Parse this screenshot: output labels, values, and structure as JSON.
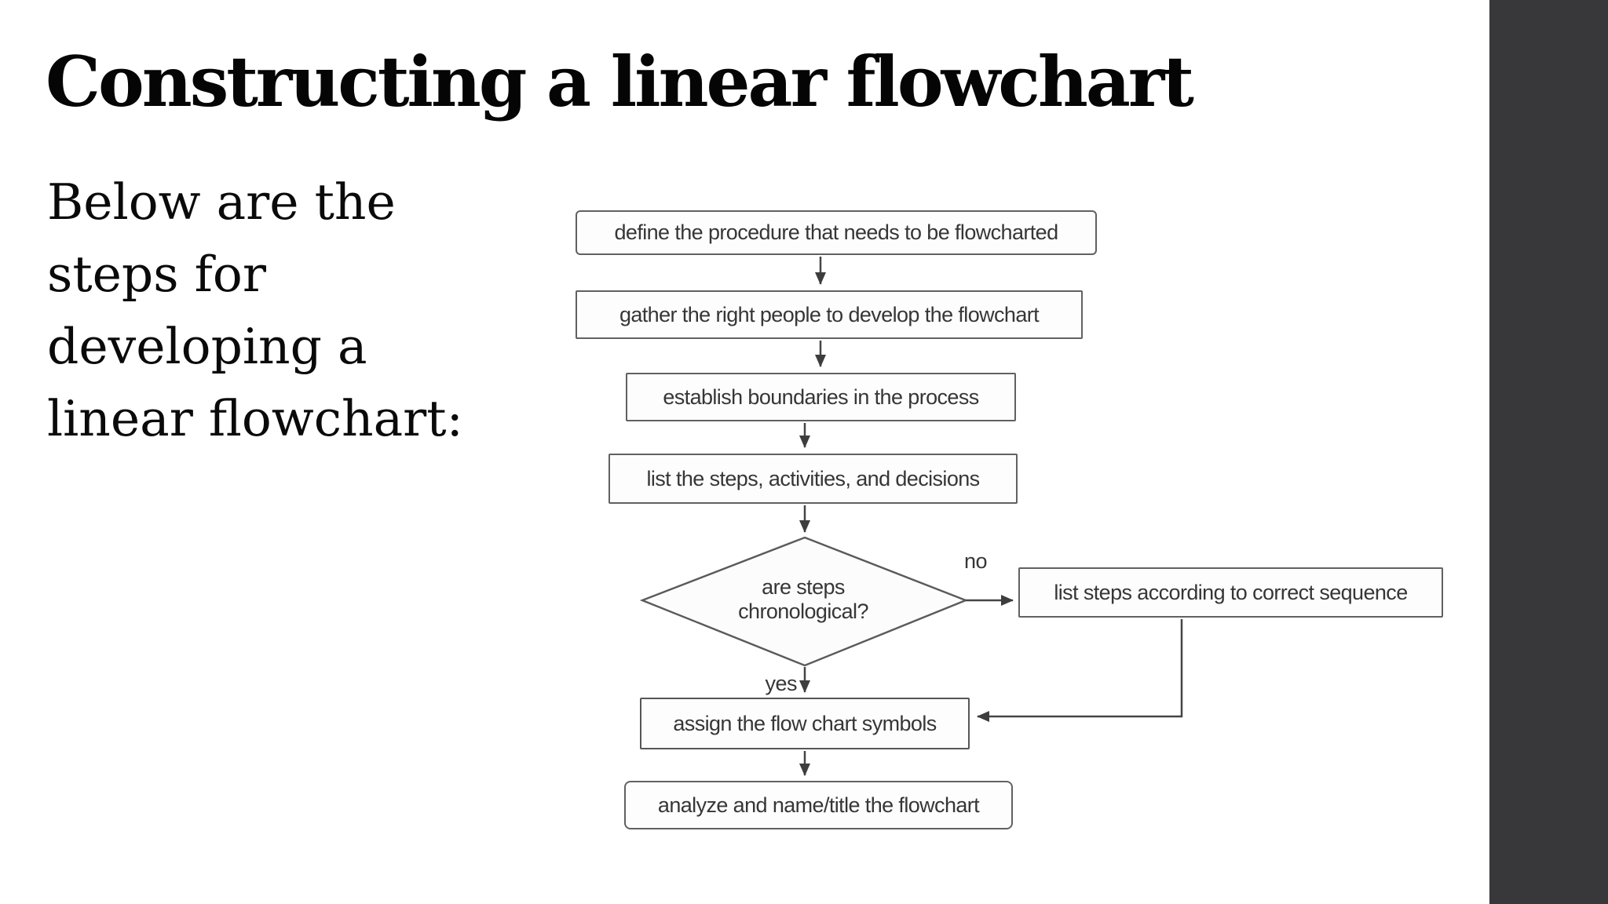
{
  "slide": {
    "title": "Constructing a linear flowchart",
    "subtitle_lines": [
      "Below are the",
      "steps for",
      "developing a",
      "linear flowchart:"
    ]
  },
  "flowchart": {
    "nodes": {
      "define": "define the procedure that needs to be flowcharted",
      "gather": "gather the right people to develop the flowchart",
      "establish": "establish boundaries in the process",
      "list_steps": "list the steps, activities, and decisions",
      "decision_line1": "are steps",
      "decision_line2": "chronological?",
      "sequence": "list steps according to correct sequence",
      "assign": "assign the flow chart symbols",
      "analyze": "analyze and name/title the flowchart"
    },
    "labels": {
      "yes": "yes",
      "no": "no"
    },
    "edges": [
      {
        "from": "define",
        "to": "gather",
        "label": ""
      },
      {
        "from": "gather",
        "to": "establish",
        "label": ""
      },
      {
        "from": "establish",
        "to": "list_steps",
        "label": ""
      },
      {
        "from": "list_steps",
        "to": "decision",
        "label": ""
      },
      {
        "from": "decision",
        "to": "assign",
        "label": "yes"
      },
      {
        "from": "decision",
        "to": "sequence",
        "label": "no"
      },
      {
        "from": "sequence",
        "to": "assign",
        "label": ""
      },
      {
        "from": "assign",
        "to": "analyze",
        "label": ""
      }
    ],
    "colors": {
      "box_border": "#616161",
      "edge_line": "#454545",
      "box_text": "#363636",
      "sidebar": "#38383b",
      "slide_background": "#ffffff"
    }
  }
}
